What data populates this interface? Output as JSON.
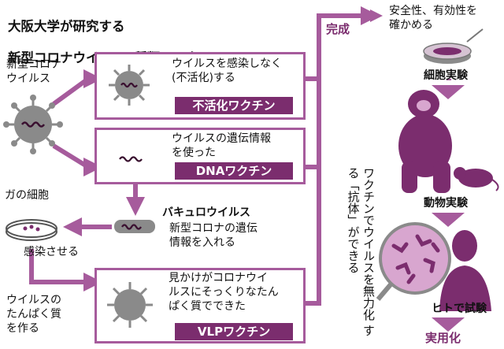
{
  "title_lines": [
    "大阪大学が研究する",
    "新型コロナウイルス3種類のワクチン"
  ],
  "labels": {
    "virus": "新型コロナ\nウイルス",
    "moth_cell": "ガの細胞",
    "baculovirus": "バキュロウイルス",
    "insert_gene": "新型コロナの遺伝\n情報を入れる",
    "infect": "感染させる",
    "make_protein": "ウイルスの\nたんぱく質\nを作る",
    "complete": "完成",
    "safety": "安全性、有効性を\n確かめる",
    "cell_test": "細胞実験",
    "animal_test": "動物実験",
    "human_test": "ヒトで試験",
    "practical": "実用化",
    "antibody": "ワクチンでウイルスを無力化\nする「抗体」ができる"
  },
  "vaccines": [
    {
      "desc": "ウイルスを感染しなく\n(不活化)する",
      "name": "不活化ワクチン"
    },
    {
      "desc": "ウイルスの遺伝情報\nを使った",
      "name": "DNAワクチン"
    },
    {
      "desc": "見かけがコロナウイ\nルスにそっくりなたん\nぱく質でできた",
      "name": "VLPワクチン"
    }
  ],
  "colors": {
    "accent": "#7b2d6e",
    "line": "#a65b9c",
    "virus": "#8a8a8a"
  }
}
